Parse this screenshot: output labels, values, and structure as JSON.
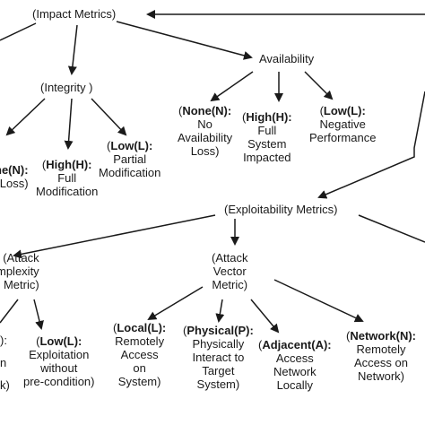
{
  "root": "(Impact Metrics)",
  "integrity": "(Integrity )",
  "availability": "Availability",
  "exploitability": "(Exploitability Metrics)",
  "integrity_leaves": [
    {
      "name": "ne(N):",
      "paren": "",
      "abbr": "",
      "desc": "Loss)"
    },
    {
      "name": "High",
      "abbr": "(H):",
      "desc1": "Full",
      "desc2": "Modification"
    },
    {
      "name": "Low",
      "abbr": "(L):",
      "desc1": "Partial",
      "desc2": "Modification"
    }
  ],
  "availability_leaves": [
    {
      "name": "None",
      "abbr": "(N):",
      "desc1": "No",
      "desc2": "Availability",
      "desc3": "Loss)",
      "open": "("
    },
    {
      "name": "High",
      "abbr": "(H):",
      "desc1": "Full",
      "desc2": "System",
      "desc3": "Impacted",
      "open": "("
    },
    {
      "name": "Low",
      "abbr": "(L):",
      "desc1": "Negative",
      "desc2": "Performance",
      "open": "("
    }
  ],
  "attack_complexity": {
    "line1": "(Attack",
    "line2": "mplexity",
    "line3": "Metric)"
  },
  "attack_vector": {
    "line1": "(Attack",
    "line2": "Vector",
    "line3": "Metric)"
  },
  "complexity_leaves": [
    {
      "partial1": "):",
      "partial2": "n",
      "partial3": "k)"
    },
    {
      "name": "Low",
      "abbr": "(L):",
      "desc1": "Exploitation",
      "desc2": "without",
      "desc3": "pre-condition)",
      "open": "("
    }
  ],
  "vector_leaves": [
    {
      "name": "Local",
      "abbr": "(L):",
      "desc1": "Remotely",
      "desc2": "Access",
      "desc3": "on",
      "desc4": "System)",
      "open": "("
    },
    {
      "name": "Physical",
      "abbr": "(P):",
      "desc1": "Physically",
      "desc2": "Interact to",
      "desc3": "Target",
      "desc4": "System)",
      "open": "("
    },
    {
      "name": "Adjacent",
      "abbr": "(A):",
      "desc1": "Access",
      "desc2": "Network",
      "desc3": "Locally",
      "open": "("
    },
    {
      "name": "Network",
      "abbr": "(N):",
      "desc1": "Remotely",
      "desc2": "Access on",
      "desc3": "Network)",
      "open": "("
    }
  ]
}
